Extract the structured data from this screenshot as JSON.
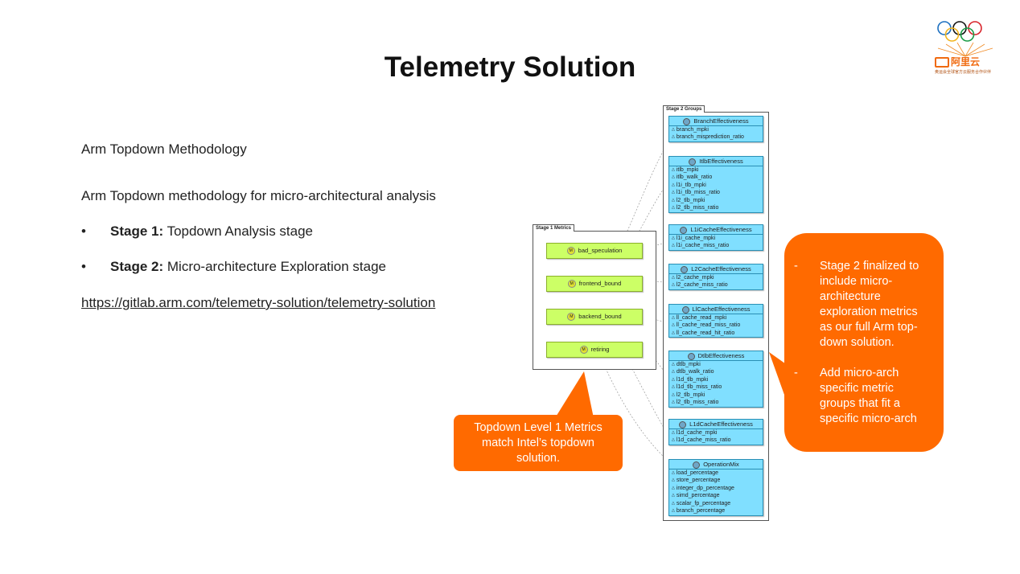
{
  "slide": {
    "title": "Telemetry Solution",
    "heading": "Arm Topdown Methodology",
    "intro": "Arm Topdown methodology for micro-architectural analysis",
    "bullets": [
      {
        "marker": "•",
        "bold": "Stage 1:",
        "text": "Topdown Analysis stage"
      },
      {
        "marker": "•",
        "bold": "Stage 2:",
        "text": "Micro-architecture Exploration stage"
      }
    ],
    "link": "https://gitlab.arm.com/telemetry-solution/telemetry-solution"
  },
  "logo": {
    "brand_text": "阿里云",
    "caption": "奥运会全球官方云服务合作伙伴"
  },
  "diagram": {
    "stage1": {
      "label": "Stage 1 Metrics",
      "metrics": [
        "bad_speculation",
        "frontend_bound",
        "backend_bound",
        "retiring"
      ],
      "badge": "M"
    },
    "stage2": {
      "label": "Stage 2 Groups",
      "badge": "G",
      "groups": [
        {
          "name": "BranchEffectiveness",
          "metrics": [
            "branch_mpki",
            "branch_misprediction_ratio"
          ]
        },
        {
          "name": "ItlbEffectiveness",
          "metrics": [
            "itlb_mpki",
            "itlb_walk_ratio",
            "l1i_tlb_mpki",
            "l1i_tlb_miss_ratio",
            "l2_tlb_mpki",
            "l2_tlb_miss_ratio"
          ]
        },
        {
          "name": "L1iCacheEffectiveness",
          "metrics": [
            "l1i_cache_mpki",
            "l1i_cache_miss_ratio"
          ]
        },
        {
          "name": "L2CacheEffectiveness",
          "metrics": [
            "l2_cache_mpki",
            "l2_cache_miss_ratio"
          ]
        },
        {
          "name": "LlCacheEffectiveness",
          "metrics": [
            "ll_cache_read_mpki",
            "ll_cache_read_miss_ratio",
            "ll_cache_read_hit_ratio"
          ]
        },
        {
          "name": "DtlbEffectiveness",
          "metrics": [
            "dtlb_mpki",
            "dtlb_walk_ratio",
            "l1d_tlb_mpki",
            "l1d_tlb_miss_ratio",
            "l2_tlb_mpki",
            "l2_tlb_miss_ratio"
          ]
        },
        {
          "name": "L1dCacheEffectiveness",
          "metrics": [
            "l1d_cache_mpki",
            "l1d_cache_miss_ratio"
          ]
        },
        {
          "name": "OperationMix",
          "metrics": [
            "load_percentage",
            "store_percentage",
            "integer_dp_percentage",
            "simd_percentage",
            "scalar_fp_percentage",
            "branch_percentage"
          ]
        }
      ]
    }
  },
  "callouts": {
    "left_lines": [
      "Topdown Level 1 Metrics",
      "match Intel’s topdown",
      "solution."
    ],
    "right_items": [
      {
        "marker": "-",
        "lines": [
          "Stage 2 finalized to",
          "include micro-",
          "architecture",
          "exploration metrics",
          "as our full Arm top-",
          "down solution."
        ]
      },
      {
        "marker": "-",
        "lines": [
          "Add micro-arch",
          "specific metric",
          "groups that fit a",
          "specific micro-arch"
        ]
      }
    ]
  },
  "colors": {
    "callout": "#ff6a00",
    "stage1_fill": "#ccff66",
    "stage2_fill": "#80dfff"
  }
}
